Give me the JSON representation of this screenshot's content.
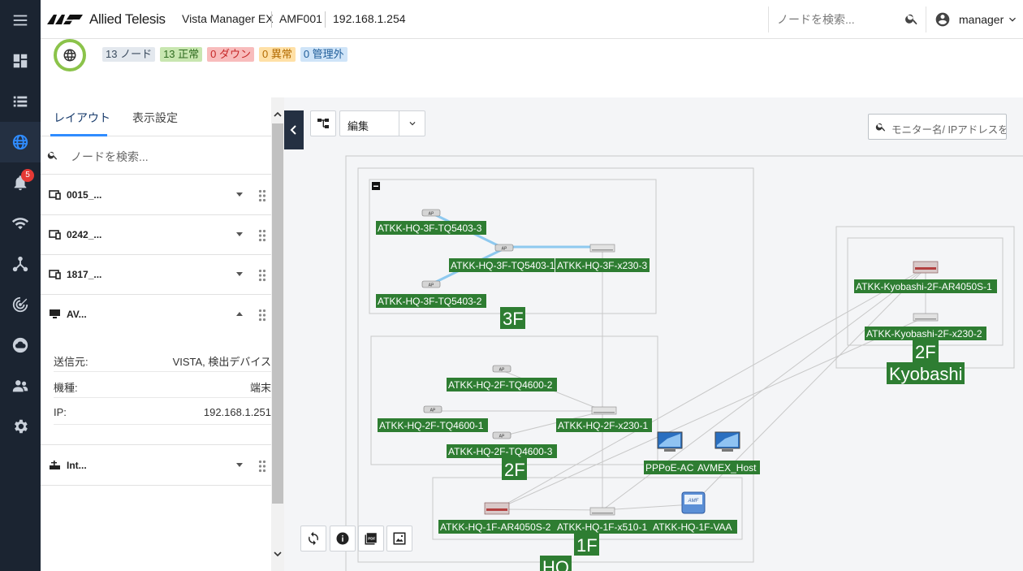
{
  "header": {
    "brand": "Allied Telesis",
    "product": "Vista Manager EX",
    "area": "AMF001",
    "address": "192.168.1.254",
    "search_placeholder": "ノードを検索...",
    "user": "manager"
  },
  "rail": {
    "notification_count": "5",
    "items": [
      "menu-icon",
      "dashboard-icon",
      "list-icon",
      "network-map-icon",
      "notification-icon",
      "wifi-icon",
      "topology-icon",
      "radar-icon",
      "cloud-icon",
      "users-icon",
      "settings-icon"
    ]
  },
  "status": {
    "total": "13 ノード",
    "ok": "13 正常",
    "down": "0 ダウン",
    "warning": "0 異常",
    "unmanaged": "0 管理外"
  },
  "sidebar": {
    "tabs": [
      "レイアウト",
      "表示設定"
    ],
    "search_placeholder": "ノードを検索...",
    "nodes": [
      {
        "label": "0015_...",
        "icon": "device-icon"
      },
      {
        "label": "0242_...",
        "icon": "device-icon"
      },
      {
        "label": "1817_...",
        "icon": "device-icon"
      },
      {
        "label": "AV...",
        "icon": "monitor-icon"
      },
      {
        "label": "Int...",
        "icon": "router-icon"
      }
    ],
    "details": [
      {
        "key": "送信元:",
        "value": "VISTA, 検出デバイス"
      },
      {
        "key": "機種:",
        "value": "端末"
      },
      {
        "key": "IP:",
        "value": "192.168.1.251"
      }
    ]
  },
  "map": {
    "mode": "編集",
    "monitor_search_placeholder": "モニター名/ IPアドレスを",
    "groups": {
      "f3": "3F",
      "f2": "2F",
      "f1": "1F",
      "hq": "HQ",
      "kyobashi_2f": "2F",
      "kyobashi": "Kyobashi"
    },
    "nodes": {
      "tq5403_3": "ATKK-HQ-3F-TQ5403-3",
      "tq5403_1": "ATKK-HQ-3F-TQ5403-1",
      "x230_3": "ATKK-HQ-3F-x230-3",
      "tq5403_2": "ATKK-HQ-3F-TQ5403-2",
      "tq4600_2": "ATKK-HQ-2F-TQ4600-2",
      "tq4600_1": "ATKK-HQ-2F-TQ4600-1",
      "x230_1": "ATKK-HQ-2F-x230-1",
      "tq4600_3": "ATKK-HQ-2F-TQ4600-3",
      "pppoe": "PPPoE-AC",
      "avmex": "AVMEX_Host",
      "ar4050_2": "ATKK-HQ-1F-AR4050S-2",
      "x510_1": "ATKK-HQ-1F-x510-1",
      "vaa": "ATKK-HQ-1F-VAA",
      "kyo_ar": "ATKK-Kyobashi-2F-AR4050S-1",
      "kyo_x230": "ATKK-Kyobashi-2F-x230-2"
    },
    "colors": {
      "label_bg": "#2e7d32",
      "link": "#c8c8c8",
      "wireless_link": "#8ec9ef"
    }
  }
}
